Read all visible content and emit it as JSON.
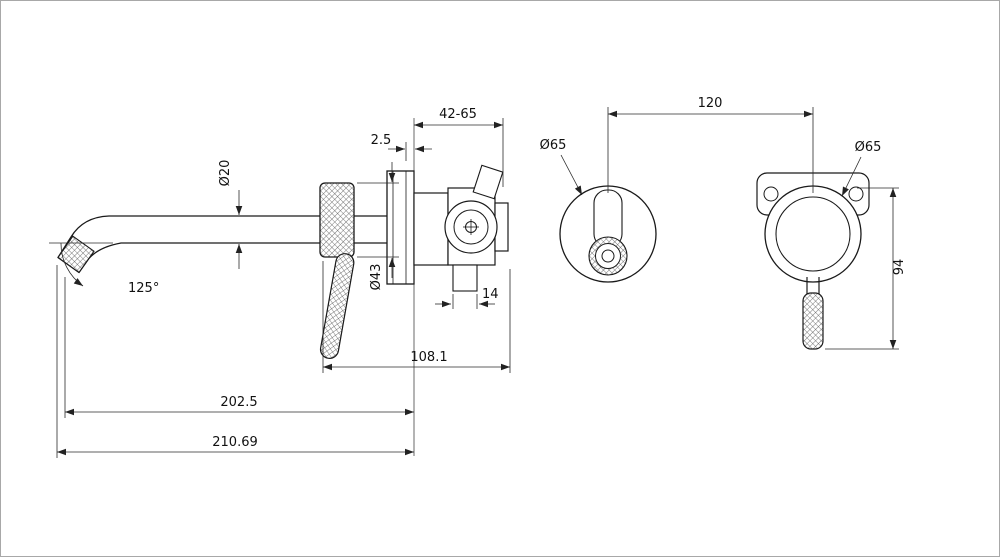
{
  "colors": {
    "line": "#1a1a1a",
    "dim_line": "#2a2a2a",
    "background": "#ffffff"
  },
  "side_view": {
    "dims": {
      "depth_range": "42-65",
      "plate_offset": "2.5",
      "spout_diameter": "Ø20",
      "flange_diameter": "Ø43",
      "spout_angle": "125°",
      "outlet_width": "14",
      "body_depth": "108.1",
      "spout_reach": "202.5",
      "overall_length": "210.69"
    }
  },
  "front_view": {
    "dims": {
      "centre_distance": "120",
      "left_plate_diameter": "Ø65",
      "right_plate_diameter": "Ø65",
      "handle_height": "94"
    }
  }
}
